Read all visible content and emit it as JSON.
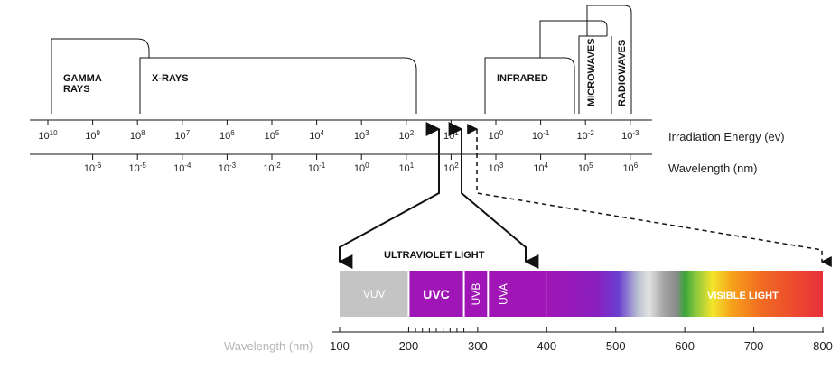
{
  "bands": [
    {
      "id": "gamma",
      "lines": [
        "GAMMA",
        "RAYS"
      ]
    },
    {
      "id": "xray",
      "lines": [
        "X-RAYS"
      ]
    },
    {
      "id": "infrared",
      "lines": [
        "INFRARED"
      ]
    },
    {
      "id": "microwaves",
      "lines": [
        "MICROWAVES"
      ]
    },
    {
      "id": "radiowaves",
      "lines": [
        "RADIOWAVES"
      ]
    }
  ],
  "energy_axis": {
    "title": "Irradiation Energy (ev)",
    "ticks": [
      {
        "base": "10",
        "exp": "10"
      },
      {
        "base": "10",
        "exp": "9"
      },
      {
        "base": "10",
        "exp": "8"
      },
      {
        "base": "10",
        "exp": "7"
      },
      {
        "base": "10",
        "exp": "6"
      },
      {
        "base": "10",
        "exp": "5"
      },
      {
        "base": "10",
        "exp": "4"
      },
      {
        "base": "10",
        "exp": "3"
      },
      {
        "base": "10",
        "exp": "2"
      },
      {
        "base": "10",
        "exp": "1"
      },
      {
        "base": "10",
        "exp": "0"
      },
      {
        "base": "10",
        "exp": "-1"
      },
      {
        "base": "10",
        "exp": "-2"
      },
      {
        "base": "10",
        "exp": "-3"
      }
    ]
  },
  "wavelength_axis": {
    "title": "Wavelength (nm)",
    "ticks": [
      {
        "base": "10",
        "exp": "-6"
      },
      {
        "base": "10",
        "exp": "-5"
      },
      {
        "base": "10",
        "exp": "-4"
      },
      {
        "base": "10",
        "exp": "-3"
      },
      {
        "base": "10",
        "exp": "-2"
      },
      {
        "base": "10",
        "exp": "-1"
      },
      {
        "base": "10",
        "exp": "0"
      },
      {
        "base": "10",
        "exp": "1"
      },
      {
        "base": "10",
        "exp": "2"
      },
      {
        "base": "10",
        "exp": "3"
      },
      {
        "base": "10",
        "exp": "4"
      },
      {
        "base": "10",
        "exp": "5"
      },
      {
        "base": "10",
        "exp": "6"
      }
    ]
  },
  "uv_title": "ULTRAVIOLET LIGHT",
  "uv_segments": [
    {
      "label": "VUV",
      "from_nm": 100,
      "to_nm": 200,
      "color": "#c4c4c4"
    },
    {
      "label": "UVC",
      "from_nm": 200,
      "to_nm": 280,
      "color": "#a015b5"
    },
    {
      "label": "UVB",
      "from_nm": 280,
      "to_nm": 315,
      "color": "#a015b5"
    },
    {
      "label": "UVA",
      "from_nm": 315,
      "to_nm": 400,
      "color": "#a015b5"
    }
  ],
  "visible_label": "VISIBLE LIGHT",
  "nm_scale": {
    "title": "Wavelength (nm)",
    "ticks": [
      "100",
      "200",
      "300",
      "400",
      "500",
      "600",
      "700",
      "800"
    ]
  },
  "colors": {
    "ink": "#111111",
    "uv_purple": "#a015b5",
    "vuv_gray": "#c4c4c4",
    "visible_red": "#e8303a"
  }
}
